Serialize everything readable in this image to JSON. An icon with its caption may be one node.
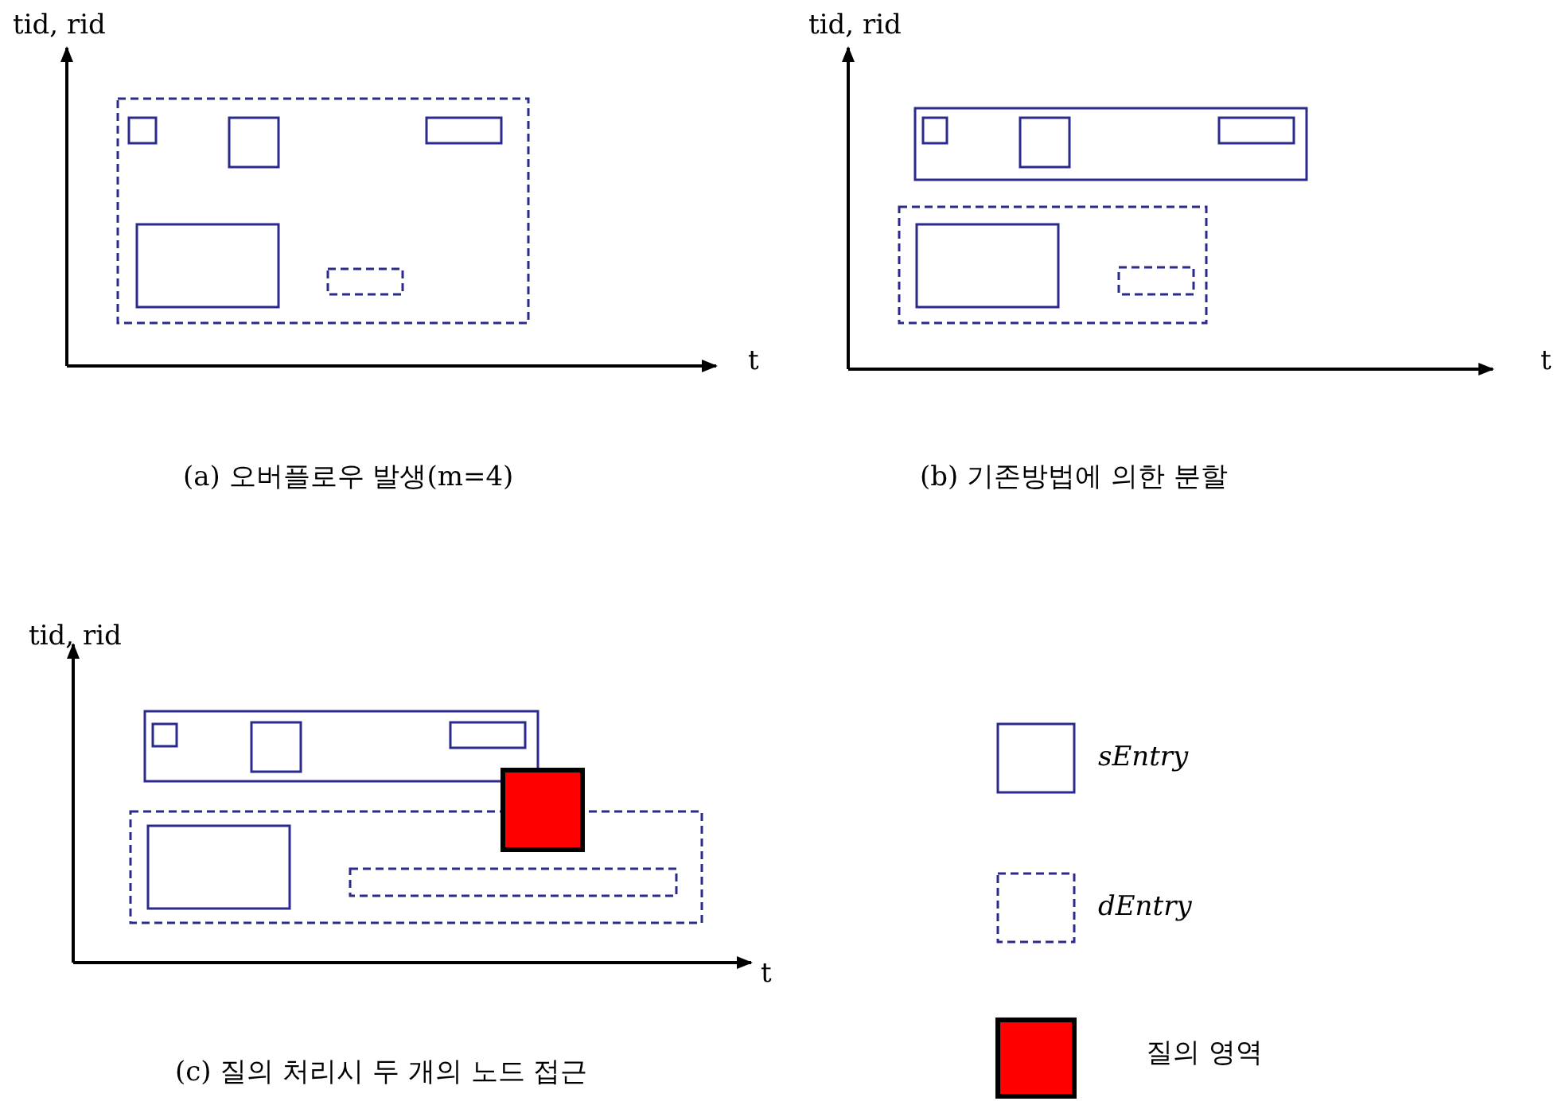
{
  "diagram": {
    "labels": [
      "tid, rid",
      "t",
      "(a) 오버플로우 발생(m=4)",
      "tid, rid",
      "t",
      "(b) 기존방법에 의한 분할",
      "tid, rid",
      "t",
      "(c) 질의 처리시 두 개의 노드 접근"
    ],
    "legend": [
      {
        "text": "sEntry"
      },
      {
        "text": "dEntry"
      },
      {
        "text": "질의 영역",
        "color": "#ff0000"
      }
    ]
  }
}
